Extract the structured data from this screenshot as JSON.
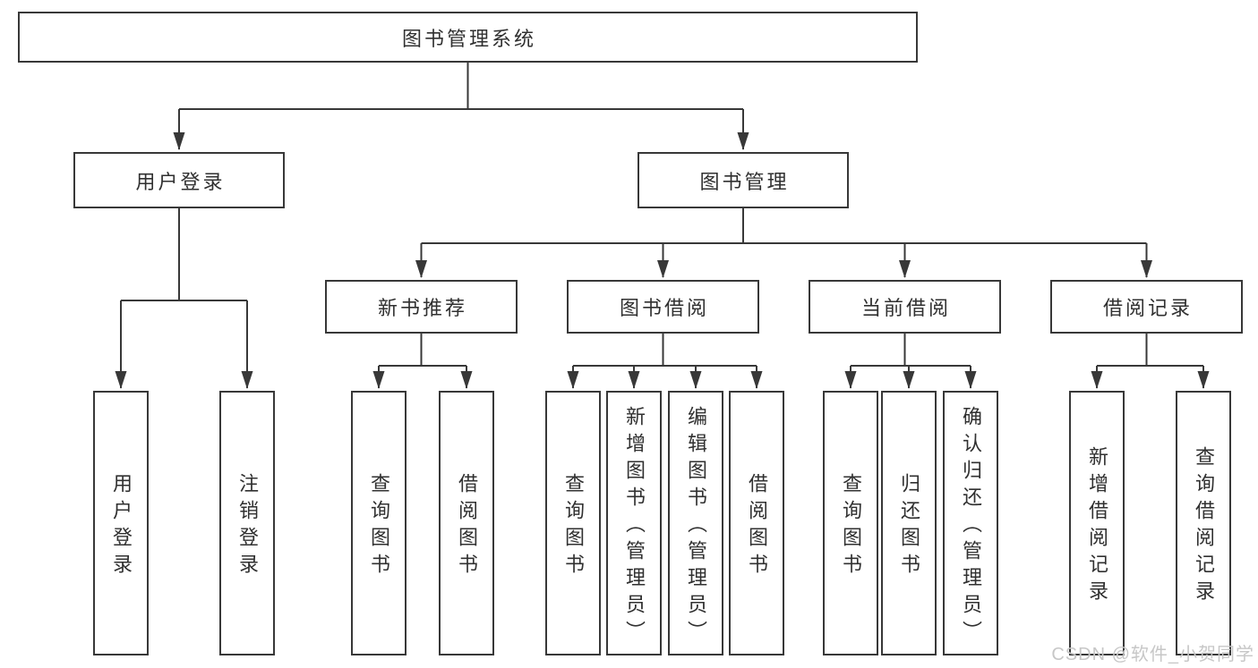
{
  "tree": {
    "label": "图书管理系统",
    "children": [
      {
        "label": "用户登录",
        "children": [
          {
            "label": "用户登录"
          },
          {
            "label": "注销登录"
          }
        ]
      },
      {
        "label": "图书管理",
        "children": [
          {
            "label": "新书推荐",
            "children": [
              {
                "label": "查询图书"
              },
              {
                "label": "借阅图书"
              }
            ]
          },
          {
            "label": "图书借阅",
            "children": [
              {
                "label": "查询图书"
              },
              {
                "label": "新增图书（管理员）"
              },
              {
                "label": "编辑图书（管理员）"
              },
              {
                "label": "借阅图书"
              }
            ]
          },
          {
            "label": "当前借阅",
            "children": [
              {
                "label": "查询图书"
              },
              {
                "label": "归还图书"
              },
              {
                "label": "确认归还（管理员）"
              }
            ]
          },
          {
            "label": "借阅记录",
            "children": [
              {
                "label": "新增借阅记录"
              },
              {
                "label": "查询借阅记录"
              }
            ]
          }
        ]
      }
    ]
  },
  "watermark": {
    "text": "CSDN @软件_小贺同学"
  },
  "colors": {
    "line": "#383838",
    "box_border": "#383838",
    "box_fill": "#ffffff",
    "text": "#303030",
    "watermark": "#c7c7c7"
  }
}
